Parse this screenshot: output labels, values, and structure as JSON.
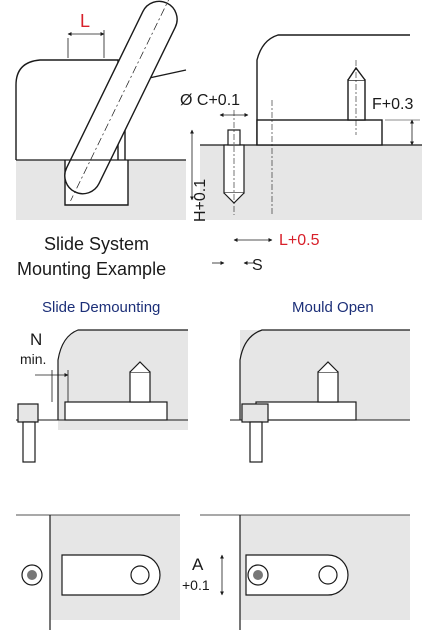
{
  "labels": {
    "top_L": "L",
    "diameter_c": "Ø C+0.1",
    "f_tol": "F+0.3",
    "h_tol": "H+0.1",
    "l_tol": "L+0.5",
    "s": "S",
    "caption_line1": "Slide System",
    "caption_line2": "Mounting Example",
    "n": "N",
    "n_min": "min.",
    "a": "A",
    "a_tol": "+0.1"
  },
  "titles": {
    "demounting": "Slide Demounting",
    "open": "Mould Open"
  },
  "colors": {
    "accent_red": "#d8202a",
    "title_blue": "#1c2f78",
    "body_gray": "#e6e6e6",
    "line": "#1a1a1a"
  }
}
